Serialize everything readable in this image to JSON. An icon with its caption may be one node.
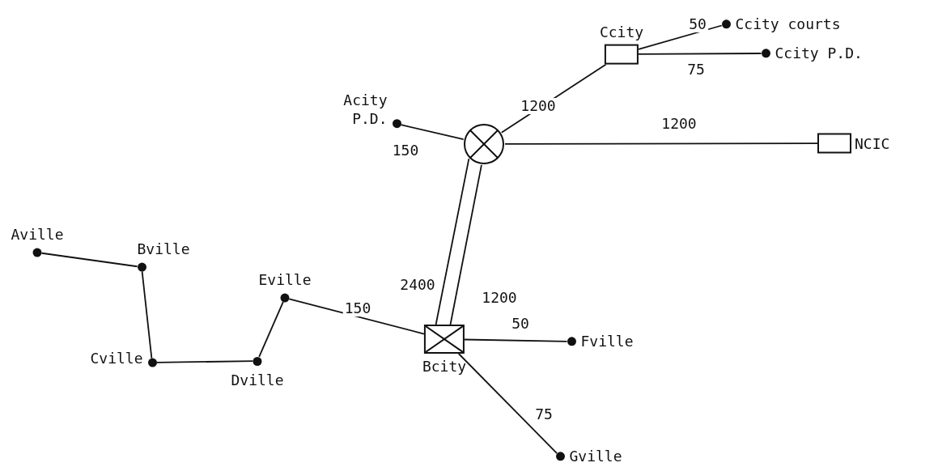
{
  "diagram": {
    "nodes": [
      {
        "text": [
          "Ccity"
        ]
      },
      {
        "text": [
          "Ccity courts"
        ]
      },
      {
        "text": [
          "Ccity P.D."
        ]
      },
      {
        "text": [
          "Acity P.D."
        ]
      },
      {
        "text": [],
        "shape": "circle"
      },
      {
        "text": [
          "NCIC"
        ]
      },
      {
        "text": [
          "Aville"
        ]
      },
      {
        "text": [
          "Bville"
        ]
      },
      {
        "text": [
          "Eville"
        ]
      },
      {
        "text": [
          "Cville"
        ]
      },
      {
        "text": [
          "Dville"
        ]
      },
      {
        "text": [
          "Bcity"
        ]
      },
      {
        "text": [
          "Fville"
        ]
      },
      {
        "text": [
          "Gville"
        ]
      }
    ],
    "edges": [
      {
        "from": 0,
        "to": 1,
        "arrow": "none",
        "label": "50"
      },
      {
        "from": 0,
        "to": 2,
        "arrow": "none",
        "label": "75"
      },
      {
        "from": 4,
        "to": 0,
        "arrow": "none",
        "label": "1200"
      },
      {
        "from": 3,
        "to": 4,
        "arrow": "none",
        "label": "150"
      },
      {
        "from": 4,
        "to": 5,
        "arrow": "none",
        "label": "1200"
      },
      {
        "from": 11,
        "to": 4,
        "arrow": "none",
        "label": "2400"
      },
      {
        "from": 11,
        "to": 4,
        "arrow": "none",
        "label": "1200"
      },
      {
        "from": 6,
        "to": 7,
        "arrow": "none"
      },
      {
        "from": 7,
        "to": 9,
        "arrow": "none"
      },
      {
        "from": 9,
        "to": 10,
        "arrow": "none"
      },
      {
        "from": 10,
        "to": 8,
        "arrow": "none"
      },
      {
        "from": 8,
        "to": 11,
        "arrow": "none",
        "label": "150"
      },
      {
        "from": 11,
        "to": 12,
        "arrow": "none",
        "label": "50"
      },
      {
        "from": 11,
        "to": 13,
        "arrow": "none",
        "label": "75"
      }
    ]
  }
}
